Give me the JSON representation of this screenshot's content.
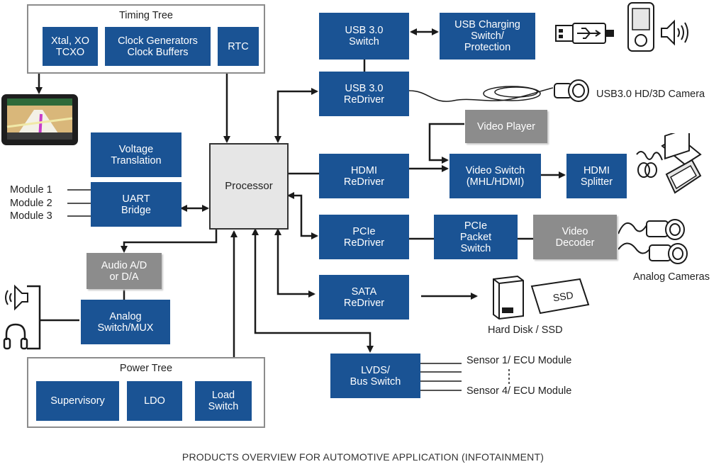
{
  "caption": "PRODUCTS OVERVIEW FOR AUTOMOTIVE APPLICATION (INFOTAINMENT)",
  "colors": {
    "block_blue": "#1a5394",
    "block_gray": "#8c8c8c",
    "processor_fill": "#e6e6e6",
    "line": "#1a1a1a"
  },
  "groups": {
    "timing_tree": {
      "title": "Timing Tree"
    },
    "power_tree": {
      "title": "Power Tree"
    }
  },
  "blocks": {
    "xtal": "Xtal, XO\nTCXO",
    "clock_gen": "Clock Generators\nClock Buffers",
    "rtc": "RTC",
    "voltage_translation": "Voltage\nTranslation",
    "uart_bridge": "UART\nBridge",
    "processor": "Processor",
    "audio_ad": "Audio A/D\nor D/A",
    "analog_switch": "Analog\nSwitch/MUX",
    "supervisory": "Supervisory",
    "ldo": "LDO",
    "load_switch": "Load\nSwitch",
    "usb_switch": "USB 3.0\nSwitch",
    "usb_charging": "USB Charging\nSwitch/\nProtection",
    "usb_redriver": "USB 3.0\nReDriver",
    "video_player": "Video Player",
    "hdmi_redriver": "HDMI\nReDriver",
    "video_switch": "Video Switch\n(MHL/HDMI)",
    "hdmi_splitter": "HDMI\nSplitter",
    "pcie_redriver": "PCIe\nReDriver",
    "pcie_packet": "PCIe\nPacket\nSwitch",
    "video_decoder": "Video\nDecoder",
    "sata_redriver": "SATA\nReDriver",
    "lvds": "LVDS/\nBus Switch"
  },
  "labels": {
    "modules": [
      "Module 1",
      "Module 2",
      "Module 3"
    ],
    "camera": "USB3.0 HD/3D Camera",
    "analog_cameras": "Analog Cameras",
    "hard_disk": "Hard Disk / SSD",
    "ssd": "SSD",
    "sensor_1": "Sensor 1/ ECU Module",
    "sensor_4": "Sensor 4/ ECU Module"
  },
  "icons": [
    "gps-navigation-icon",
    "usb-connector-icon",
    "media-player-icon",
    "speaker-icon",
    "camera-icon",
    "display-screens-icon",
    "analog-camera-icon",
    "hard-disk-icon",
    "ssd-icon",
    "headphones-icon"
  ]
}
